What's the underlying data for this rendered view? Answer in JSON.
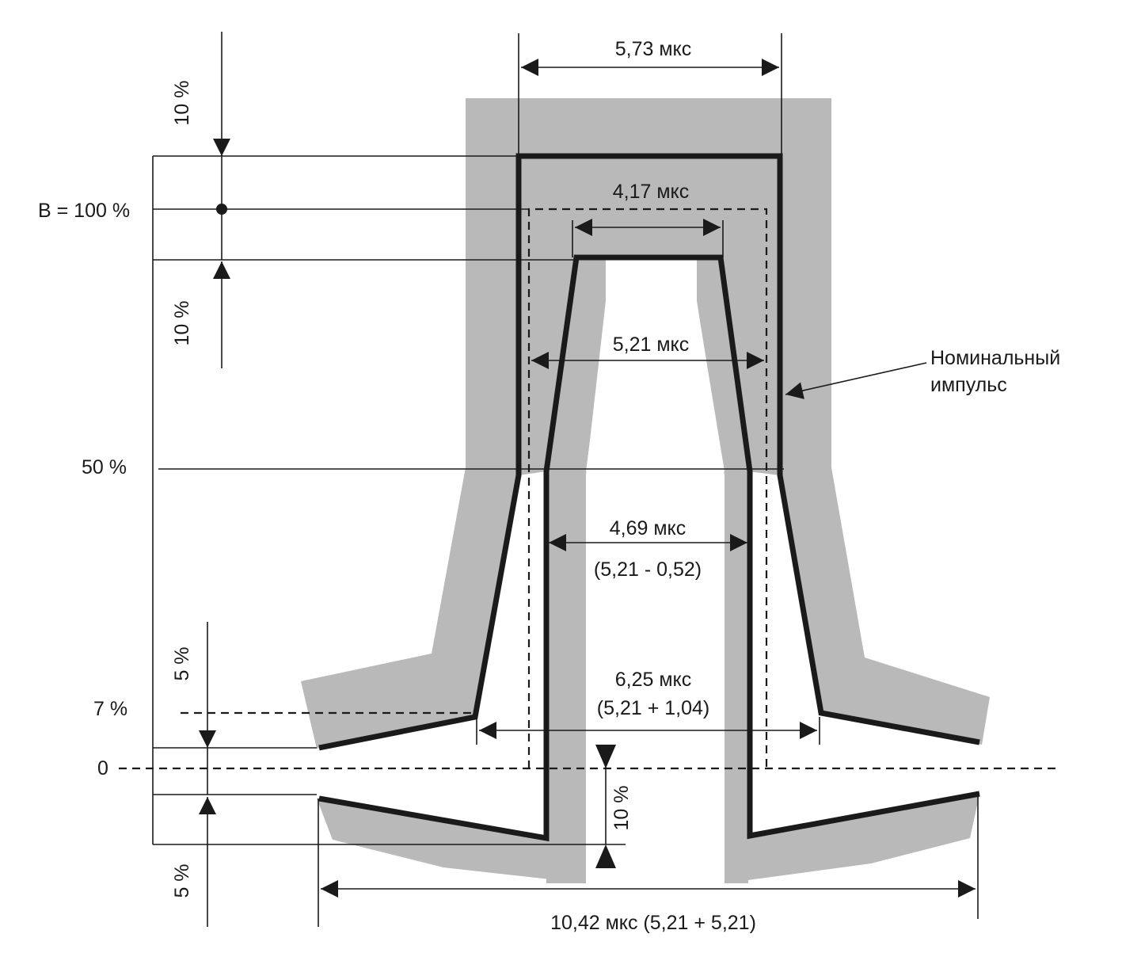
{
  "diagram": {
    "labels": {
      "pct_10_top": "10 %",
      "b_100": "B = 100 %",
      "pct_10_mid": "10 %",
      "pct_50": "50 %",
      "pct_5_upper": "5 %",
      "pct_7": "7 %",
      "zero": "0",
      "pct_5_lower": "5 %",
      "pct_10_bottom": "10 %"
    },
    "widths": {
      "w_573": "5,73 мкс",
      "w_417": "4,17 мкс",
      "w_521": "5,21 мкс",
      "w_469": "4,69 мкс",
      "w_469_formula": "(5,21 - 0,52)",
      "w_625": "6,25 мкс",
      "w_625_formula": "(5,21 + 1,04)",
      "w_1042": "10,42 мкс (5,21 + 5,21)"
    },
    "nominal_pulse": {
      "line1": "Номинальный",
      "line2": "импульс"
    },
    "colors": {
      "tolerance_shade": "#b9b9b9",
      "lines": "#1a1a1a"
    }
  }
}
